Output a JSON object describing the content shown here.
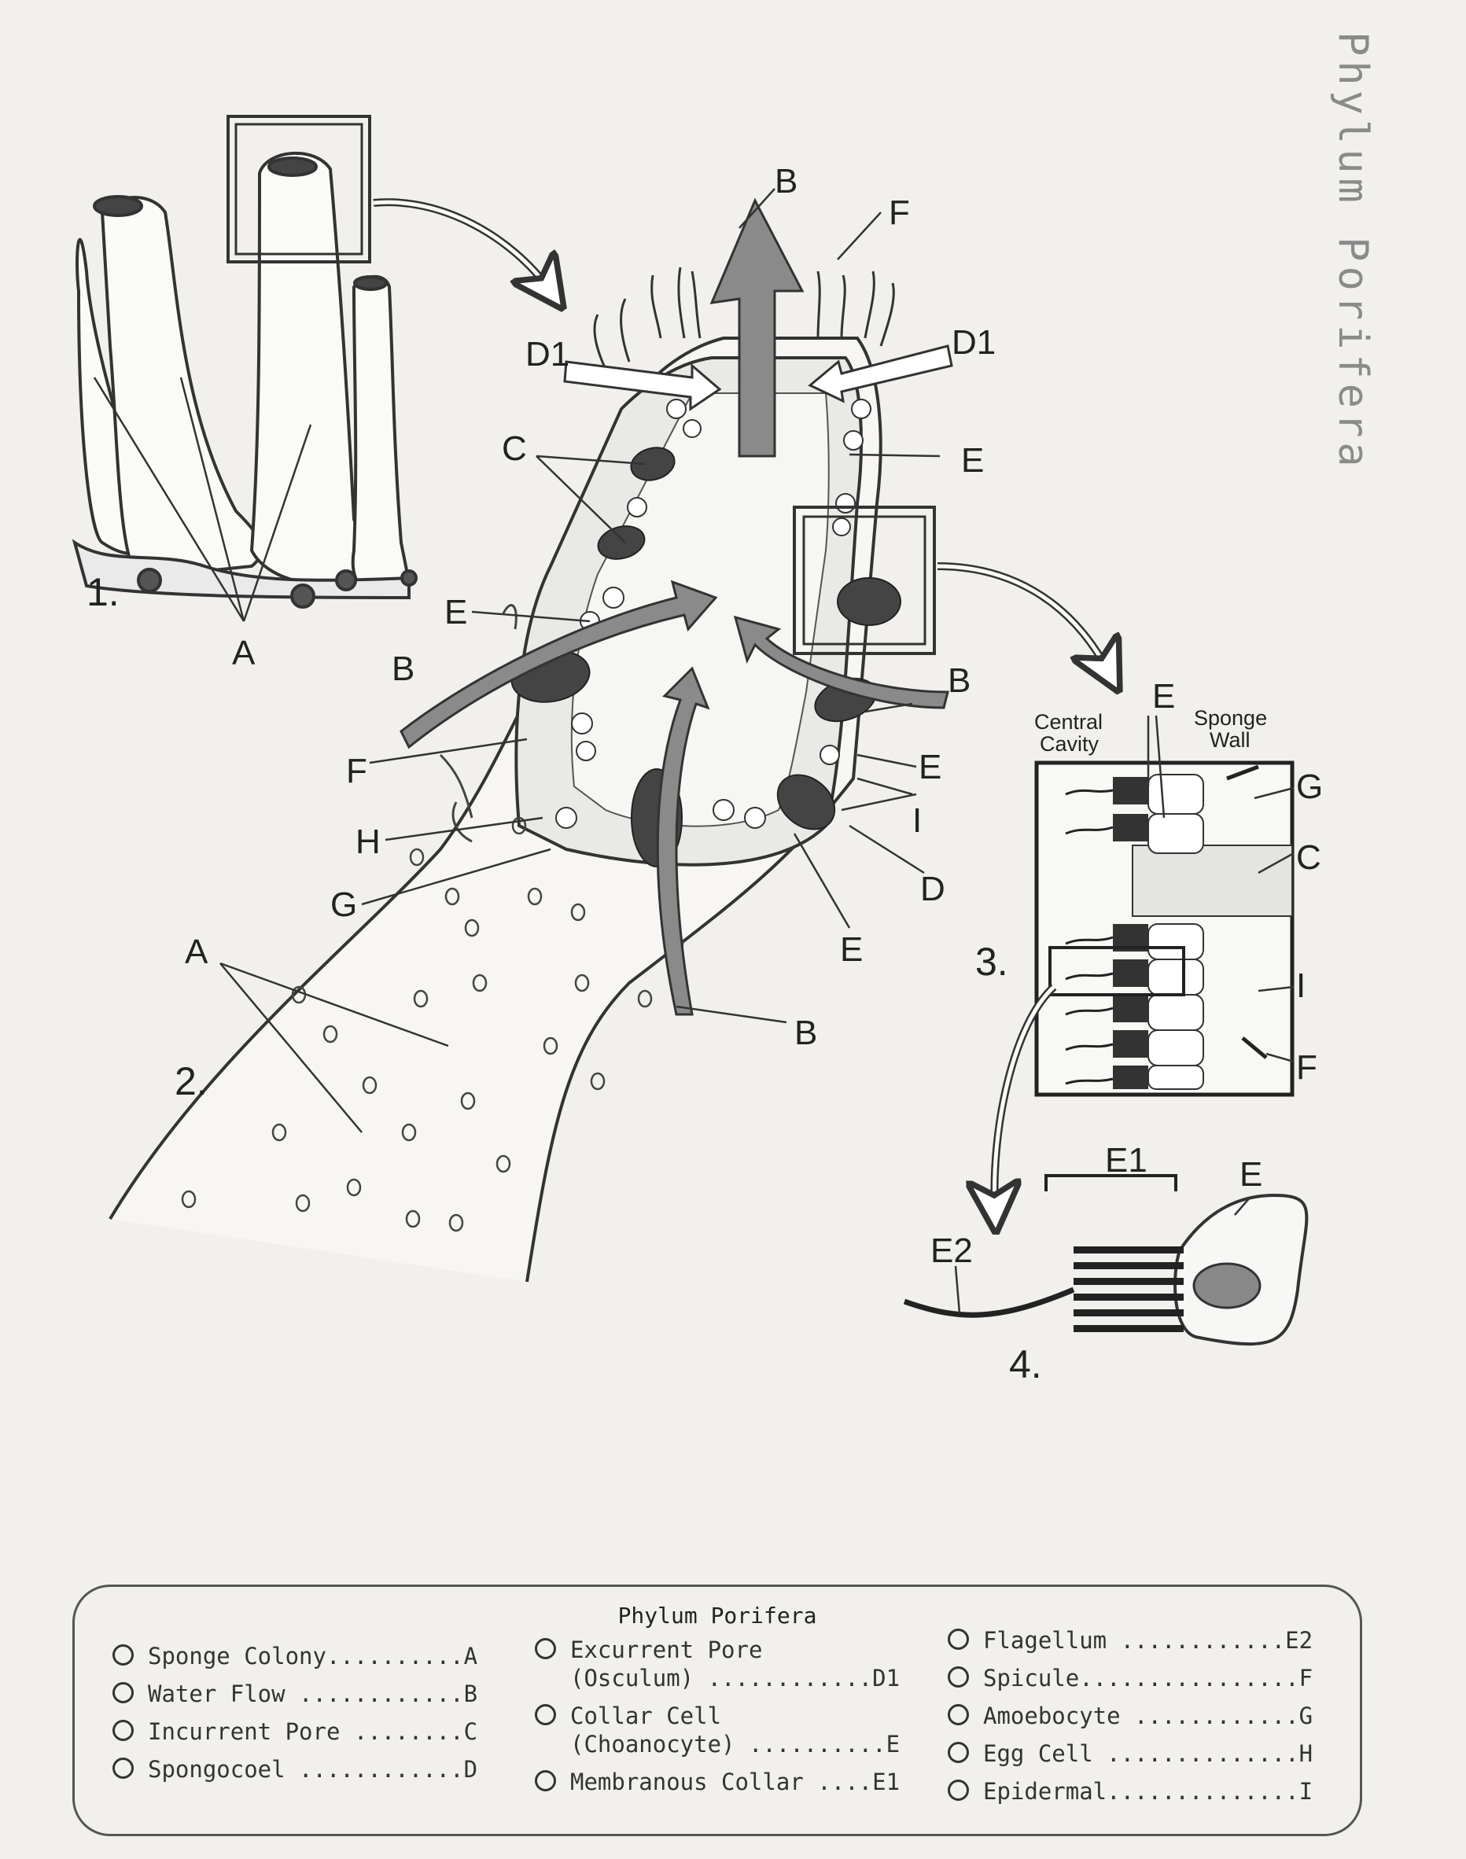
{
  "side_title": "Phylum Porifera",
  "figure_labels": {
    "fig1": "1.",
    "fig2": "2.",
    "fig3": "3.",
    "fig4": "4.",
    "A": "A",
    "B": "B",
    "C": "C",
    "D": "D",
    "D1": "D1",
    "E": "E",
    "E1": "E1",
    "E2": "E2",
    "F": "F",
    "G": "G",
    "H": "H",
    "I": "I",
    "central_cavity_line1": "Central",
    "central_cavity_line2": "Cavity",
    "sponge_wall_line1": "Sponge",
    "sponge_wall_line2": "Wall"
  },
  "legend": {
    "title": "Phylum Porifera",
    "columns": [
      [
        {
          "text": "Sponge Colony..........A"
        },
        {
          "text": "Water Flow ............B"
        },
        {
          "text": "Incurrent Pore ........C"
        },
        {
          "text": "Spongocoel ............D"
        }
      ],
      [
        {
          "text": "Excurrent Pore\n(Osculum) ............D1"
        },
        {
          "text": "Collar Cell\n(Choanocyte) ..........E"
        },
        {
          "text": "Membranous Collar ....E1"
        }
      ],
      [
        {
          "text": "Flagellum ............E2"
        },
        {
          "text": "Spicule................F"
        },
        {
          "text": "Amoebocyte ............G"
        },
        {
          "text": "Egg Cell ..............H"
        },
        {
          "text": "Epidermal..............I"
        }
      ]
    ]
  }
}
